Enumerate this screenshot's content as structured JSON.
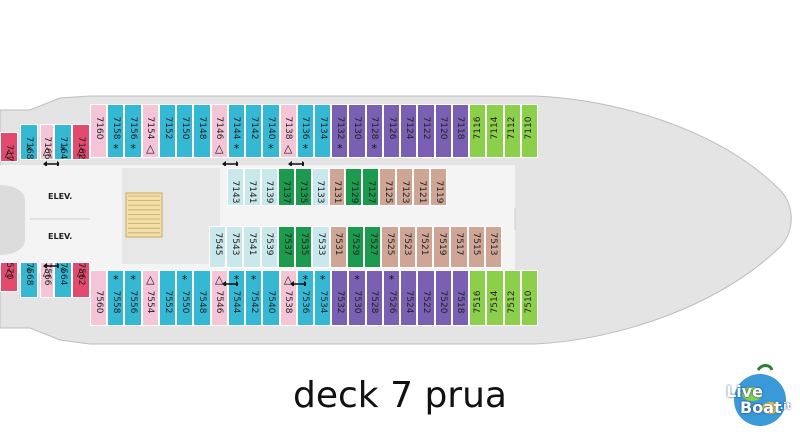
{
  "caption": "deck 7 prua",
  "elevator_label": "ELEV.",
  "logo": {
    "line1": "Live",
    "line2": "Boat",
    "suffix": ".it"
  },
  "colors": {
    "pink": "#f4c5d6",
    "cyan": "#35b8d4",
    "purple": "#7a5fb2",
    "green_balcony": "#8ccf4a",
    "light_blue": "#c9e8ec",
    "dark_green": "#1c9a4e",
    "tan": "#cfa696",
    "red": "#e24a6e",
    "hull": "#e4e4e4",
    "corridor": "#f4f4f4"
  },
  "cabins": {
    "top_outer": [
      {
        "num": "7170",
        "color": "red",
        "sym": "△"
      },
      {
        "num": "7168",
        "color": "cyan",
        "sym": "*"
      },
      {
        "num": "7166",
        "color": "pink",
        "sym": "△"
      },
      {
        "num": "7164",
        "color": "cyan",
        "sym": "*"
      },
      {
        "num": "7162",
        "color": "red",
        "sym": "△"
      },
      {
        "num": "7160",
        "color": "pink",
        "sym": ""
      },
      {
        "num": "7158",
        "color": "cyan",
        "sym": "*"
      },
      {
        "num": "7156",
        "color": "cyan",
        "sym": "*"
      },
      {
        "num": "7154",
        "color": "pink",
        "sym": "△"
      },
      {
        "num": "7152",
        "color": "cyan",
        "sym": ""
      },
      {
        "num": "7150",
        "color": "cyan",
        "sym": ""
      },
      {
        "num": "7148",
        "color": "cyan",
        "sym": ""
      },
      {
        "num": "7146",
        "color": "pink",
        "sym": "△"
      },
      {
        "num": "7144",
        "color": "cyan",
        "sym": "*"
      },
      {
        "num": "7142",
        "color": "cyan",
        "sym": ""
      },
      {
        "num": "7140",
        "color": "cyan",
        "sym": "*"
      },
      {
        "num": "7138",
        "color": "pink",
        "sym": "△"
      },
      {
        "num": "7136",
        "color": "cyan",
        "sym": "*"
      },
      {
        "num": "7134",
        "color": "cyan",
        "sym": ""
      },
      {
        "num": "7132",
        "color": "purple",
        "sym": "*"
      },
      {
        "num": "7130",
        "color": "purple",
        "sym": ""
      },
      {
        "num": "7128",
        "color": "purple",
        "sym": "*"
      },
      {
        "num": "7126",
        "color": "purple",
        "sym": ""
      },
      {
        "num": "7124",
        "color": "purple",
        "sym": ""
      },
      {
        "num": "7122",
        "color": "purple",
        "sym": ""
      },
      {
        "num": "7120",
        "color": "purple",
        "sym": ""
      },
      {
        "num": "7118",
        "color": "purple",
        "sym": ""
      },
      {
        "num": "7116",
        "color": "green_balcony",
        "sym": ""
      },
      {
        "num": "7114",
        "color": "green_balcony",
        "sym": ""
      },
      {
        "num": "7112",
        "color": "green_balcony",
        "sym": ""
      },
      {
        "num": "7110",
        "color": "green_balcony",
        "sym": ""
      }
    ],
    "top_inner": [
      {
        "num": "7143",
        "color": "light_blue"
      },
      {
        "num": "7141",
        "color": "light_blue"
      },
      {
        "num": "7139",
        "color": "light_blue"
      },
      {
        "num": "7137",
        "color": "dark_green"
      },
      {
        "num": "7135",
        "color": "dark_green"
      },
      {
        "num": "7133",
        "color": "light_blue"
      },
      {
        "num": "7131",
        "color": "tan"
      },
      {
        "num": "7129",
        "color": "dark_green"
      },
      {
        "num": "7127",
        "color": "dark_green"
      },
      {
        "num": "7125",
        "color": "tan"
      },
      {
        "num": "7123",
        "color": "tan"
      },
      {
        "num": "7121",
        "color": "tan"
      },
      {
        "num": "7119",
        "color": "tan"
      }
    ],
    "bottom_inner": [
      {
        "num": "7545",
        "color": "light_blue"
      },
      {
        "num": "7543",
        "color": "light_blue"
      },
      {
        "num": "7541",
        "color": "light_blue"
      },
      {
        "num": "7539",
        "color": "light_blue"
      },
      {
        "num": "7537",
        "color": "dark_green"
      },
      {
        "num": "7535",
        "color": "dark_green"
      },
      {
        "num": "7533",
        "color": "light_blue"
      },
      {
        "num": "7531",
        "color": "tan"
      },
      {
        "num": "7529",
        "color": "dark_green"
      },
      {
        "num": "7527",
        "color": "dark_green"
      },
      {
        "num": "7525",
        "color": "tan"
      },
      {
        "num": "7523",
        "color": "tan"
      },
      {
        "num": "7521",
        "color": "tan"
      },
      {
        "num": "7519",
        "color": "tan"
      },
      {
        "num": "7517",
        "color": "tan"
      },
      {
        "num": "7515",
        "color": "tan"
      },
      {
        "num": "7513",
        "color": "tan"
      }
    ],
    "bottom_outer": [
      {
        "num": "7570",
        "color": "red",
        "sym": "△"
      },
      {
        "num": "7568",
        "color": "cyan",
        "sym": "*"
      },
      {
        "num": "7566",
        "color": "pink",
        "sym": "△"
      },
      {
        "num": "7564",
        "color": "cyan",
        "sym": "*"
      },
      {
        "num": "7562",
        "color": "red",
        "sym": "△"
      },
      {
        "num": "7560",
        "color": "pink",
        "sym": ""
      },
      {
        "num": "7558",
        "color": "cyan",
        "sym": "*"
      },
      {
        "num": "7556",
        "color": "cyan",
        "sym": "*"
      },
      {
        "num": "7554",
        "color": "pink",
        "sym": "△"
      },
      {
        "num": "7552",
        "color": "cyan",
        "sym": ""
      },
      {
        "num": "7550",
        "color": "cyan",
        "sym": "*"
      },
      {
        "num": "7548",
        "color": "cyan",
        "sym": ""
      },
      {
        "num": "7546",
        "color": "pink",
        "sym": "△"
      },
      {
        "num": "7544",
        "color": "cyan",
        "sym": "*"
      },
      {
        "num": "7542",
        "color": "cyan",
        "sym": "*"
      },
      {
        "num": "7540",
        "color": "cyan",
        "sym": ""
      },
      {
        "num": "7538",
        "color": "pink",
        "sym": "△"
      },
      {
        "num": "7536",
        "color": "cyan",
        "sym": "*"
      },
      {
        "num": "7534",
        "color": "cyan",
        "sym": "*"
      },
      {
        "num": "7532",
        "color": "purple",
        "sym": ""
      },
      {
        "num": "7530",
        "color": "purple",
        "sym": "*"
      },
      {
        "num": "7528",
        "color": "purple",
        "sym": ""
      },
      {
        "num": "7526",
        "color": "purple",
        "sym": "*"
      },
      {
        "num": "7524",
        "color": "purple",
        "sym": ""
      },
      {
        "num": "7522",
        "color": "purple",
        "sym": ""
      },
      {
        "num": "7520",
        "color": "purple",
        "sym": ""
      },
      {
        "num": "7518",
        "color": "purple",
        "sym": ""
      },
      {
        "num": "7516",
        "color": "green_balcony",
        "sym": ""
      },
      {
        "num": "7514",
        "color": "green_balcony",
        "sym": ""
      },
      {
        "num": "7512",
        "color": "green_balcony",
        "sym": ""
      },
      {
        "num": "7510",
        "color": "green_balcony",
        "sym": ""
      }
    ]
  }
}
